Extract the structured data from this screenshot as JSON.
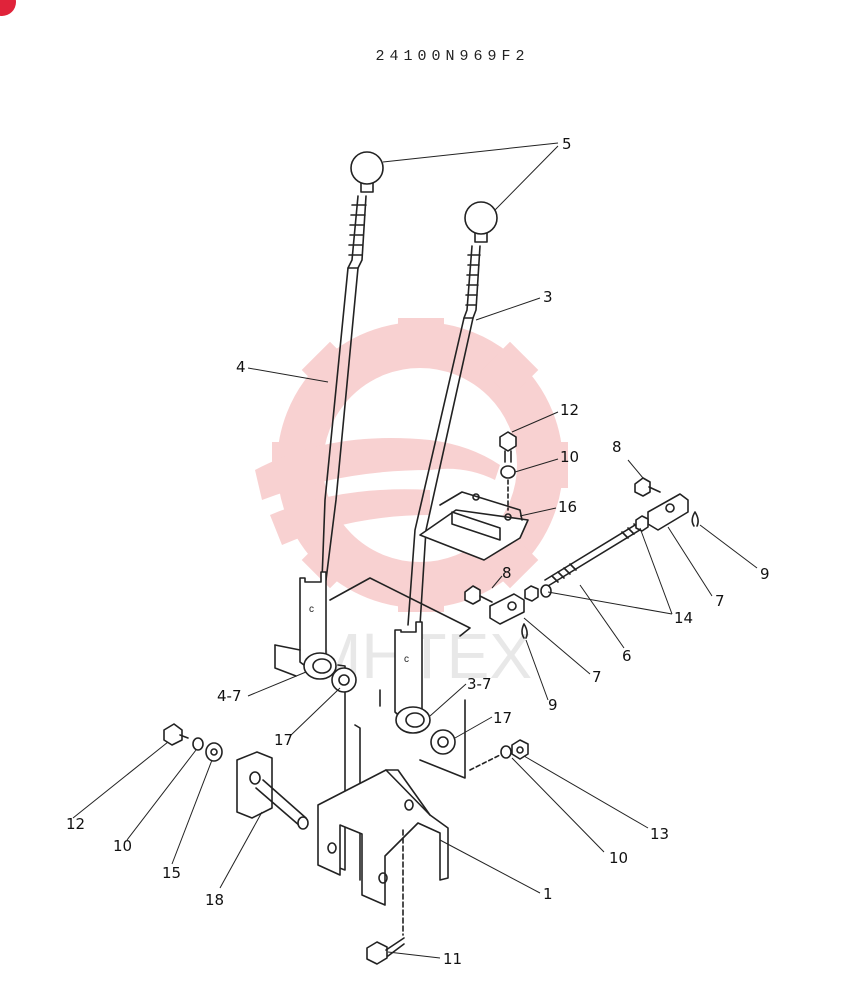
{
  "document": {
    "code": "24100N969F2"
  },
  "watermark": {
    "text": "MHTEX",
    "color": "#f7c9c9"
  },
  "accent_color": "#e0233a",
  "callouts": [
    {
      "id": "c5",
      "label": "5"
    },
    {
      "id": "c3",
      "label": "3"
    },
    {
      "id": "c4",
      "label": "4"
    },
    {
      "id": "c12a",
      "label": "12"
    },
    {
      "id": "c10a",
      "label": "10"
    },
    {
      "id": "c8a",
      "label": "8"
    },
    {
      "id": "c16",
      "label": "16"
    },
    {
      "id": "c9a",
      "label": "9"
    },
    {
      "id": "c7a",
      "label": "7"
    },
    {
      "id": "c8b",
      "label": "8"
    },
    {
      "id": "c14",
      "label": "14"
    },
    {
      "id": "c6",
      "label": "6"
    },
    {
      "id": "c7b",
      "label": "7"
    },
    {
      "id": "c9b",
      "label": "9"
    },
    {
      "id": "c47",
      "label": "4-7"
    },
    {
      "id": "c37",
      "label": "3-7"
    },
    {
      "id": "c17a",
      "label": "17"
    },
    {
      "id": "c17b",
      "label": "17"
    },
    {
      "id": "c12b",
      "label": "12"
    },
    {
      "id": "c10b",
      "label": "10"
    },
    {
      "id": "c15",
      "label": "15"
    },
    {
      "id": "c18",
      "label": "18"
    },
    {
      "id": "c10c",
      "label": "10"
    },
    {
      "id": "c13",
      "label": "13"
    },
    {
      "id": "c1",
      "label": "1"
    },
    {
      "id": "c11",
      "label": "11"
    }
  ]
}
